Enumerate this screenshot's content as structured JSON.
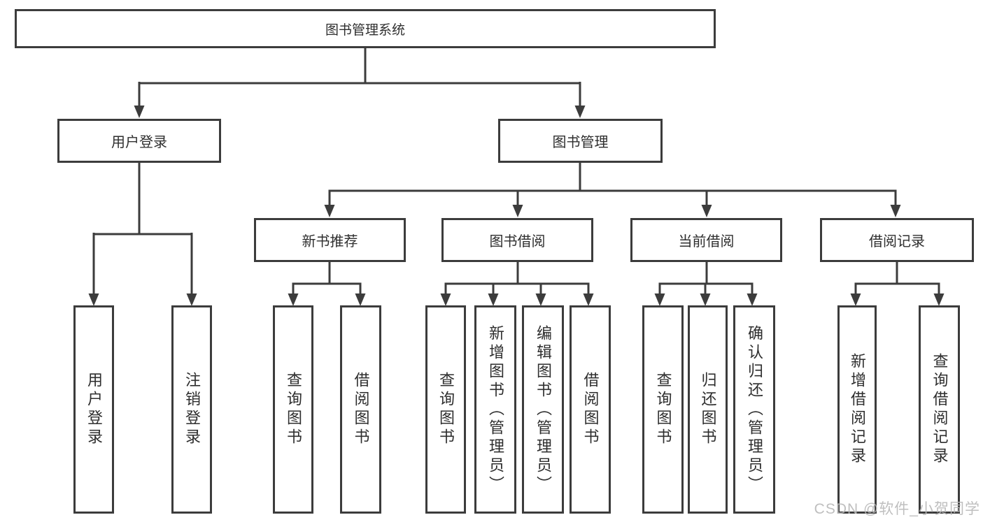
{
  "tree": {
    "root": "图书管理系统",
    "children": [
      {
        "label": "用户登录",
        "children": [
          {
            "label": "用户登录"
          },
          {
            "label": "注销登录"
          }
        ]
      },
      {
        "label": "图书管理",
        "children": [
          {
            "label": "新书推荐",
            "children": [
              {
                "label": "查询图书"
              },
              {
                "label": "借阅图书"
              }
            ]
          },
          {
            "label": "图书借阅",
            "children": [
              {
                "label": "查询图书"
              },
              {
                "label": "新增图书（管理员）"
              },
              {
                "label": "编辑图书（管理员）"
              },
              {
                "label": "借阅图书"
              }
            ]
          },
          {
            "label": "当前借阅",
            "children": [
              {
                "label": "查询图书"
              },
              {
                "label": "归还图书"
              },
              {
                "label": "确认归还（管理员）"
              }
            ]
          },
          {
            "label": "借阅记录",
            "children": [
              {
                "label": "新增借阅记录"
              },
              {
                "label": "查询借阅记录"
              }
            ]
          }
        ]
      }
    ]
  },
  "watermark": {
    "text": "CSDN @软件_小贺同学"
  },
  "colors": {
    "line": "#3c3c3c",
    "box_border": "#3c3c3c",
    "text": "#2e2e2e",
    "watermark": "#b9b9b9",
    "background": "#ffffff"
  }
}
